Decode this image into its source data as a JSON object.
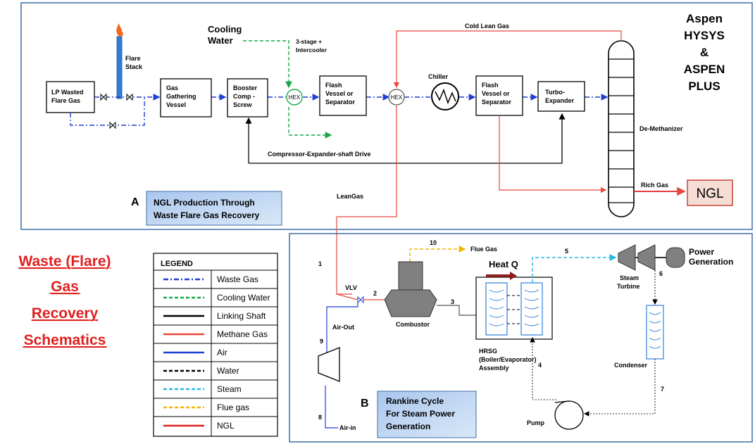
{
  "section_a": {
    "letter": "A",
    "caption_l1": "NGL Production Through",
    "caption_l2": "Waste Flare Gas Recovery",
    "lp_wasted_l1": "LP Wasted",
    "lp_wasted_l2": "Flare Gas",
    "flare_stack_l1": "Flare",
    "flare_stack_l2": "Stack",
    "gas_gathering_l1": "Gas",
    "gas_gathering_l2": "Gathering",
    "gas_gathering_l3": "Vessel",
    "booster_l1": "Booster",
    "booster_l2": "Comp -",
    "booster_l3": "Screw",
    "cooling_water_l1": "Cooling",
    "cooling_water_l2": "Water",
    "intercooler_l1": "3-stage +",
    "intercooler_l2": "Intercooler",
    "hex1": "HEX",
    "hex2": "HEX",
    "flash1_l1": "Flash",
    "flash1_l2": "Vessel or",
    "flash1_l3": "Separator",
    "chiller": "Chiller",
    "flash2_l1": "Flash",
    "flash2_l2": "Vessel or",
    "flash2_l3": "Separator",
    "turbo_l1": "Turbo-",
    "turbo_l2": "Expander",
    "cold_lean_gas": "Cold Lean Gas",
    "de_methanizer": "De-Methanizer",
    "shaft_drive": "Compressor-Expander-shaft Drive",
    "lean_gas": "LeanGas",
    "rich_gas": "Rich Gas",
    "ngl": "NGL",
    "software_l1": "Aspen",
    "software_l2": "HYSYS",
    "software_l3": "&",
    "software_l4": "ASPEN",
    "software_l5": "PLUS"
  },
  "section_b": {
    "letter": "B",
    "caption_l1": "Rankine Cycle",
    "caption_l2": "For Steam Power",
    "caption_l3": "Generation",
    "combustor": "Combustor",
    "vlv": "VLV",
    "flue_gas": "Flue Gas",
    "heat_q": "Heat Q",
    "hrsg_l1": "HRSG",
    "hrsg_l2": "(Boiler/Evaporator)",
    "hrsg_l3": "Assembly",
    "steam_turbine_l1": "Steam",
    "steam_turbine_l2": "Turbine",
    "power_gen_l1": "Power",
    "power_gen_l2": "Generation",
    "condenser": "Condenser",
    "pump": "Pump",
    "air_out": "Air-Out",
    "air_in": "Air-in",
    "streams": [
      "1",
      "2",
      "3",
      "4",
      "5",
      "6",
      "7",
      "8",
      "9",
      "10"
    ]
  },
  "side_title_l1": "Waste (Flare)",
  "side_title_l2": "Gas",
  "side_title_l3": "Recovery",
  "side_title_l4": "Schematics",
  "legend": {
    "title": "LEGEND",
    "items": [
      {
        "label": "Waste Gas",
        "color": "#1f3fd0",
        "dash": "dashdot"
      },
      {
        "label": "Cooling Water",
        "color": "#17a84a",
        "dash": "dash"
      },
      {
        "label": "Linking Shaft",
        "color": "#000000",
        "dash": "solid"
      },
      {
        "label": "Methane Gas",
        "color": "#e8473b",
        "dash": "solid"
      },
      {
        "label": "Air",
        "color": "#1f3fd0",
        "dash": "solid"
      },
      {
        "label": "Water",
        "color": "#000000",
        "dash": "dash"
      },
      {
        "label": "Steam",
        "color": "#27b8e0",
        "dash": "dash"
      },
      {
        "label": "Flue gas",
        "color": "#f2b400",
        "dash": "dash"
      },
      {
        "label": "NGL",
        "color": "#e02020",
        "dash": "solid"
      }
    ]
  }
}
